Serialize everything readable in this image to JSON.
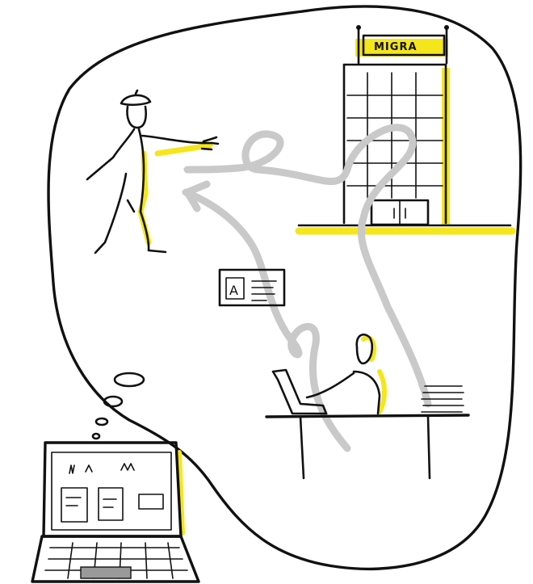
{
  "building": {
    "sign_text": "MIGRA"
  },
  "document_card": {
    "letter": "A"
  },
  "colors": {
    "ink": "#111111",
    "highlight": "#f5e61c",
    "flow_arrow": "#c9c9c9",
    "background": "#ffffff"
  },
  "icons": [
    "thought-bubble-outline",
    "gesturing-man-figure",
    "migra-office-building",
    "id-document-card",
    "seated-person-at-desk",
    "laptop-with-forms",
    "tangled-flow-arrow"
  ]
}
